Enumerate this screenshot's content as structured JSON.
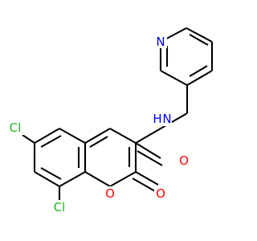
{
  "colors": {
    "background": "#ffffff",
    "bond": "#000000",
    "chlorine": "#1fb51f",
    "nitrogen": "#0000ff",
    "oxygen": "#ff0000"
  },
  "molecule": {
    "atoms": {
      "cl_top": {
        "label": "Cl",
        "element": "chlorine"
      },
      "cl_bottom": {
        "label": "Cl",
        "element": "chlorine"
      },
      "n_pyridine": {
        "label": "N",
        "element": "nitrogen"
      },
      "n_amide": {
        "label": "N",
        "element": "nitrogen"
      },
      "h_amide": {
        "label": "H",
        "element": "nitrogen"
      },
      "o_carbonyl_amide": {
        "label": "O",
        "element": "oxygen"
      },
      "o_ring": {
        "label": "O",
        "element": "oxygen"
      },
      "o_carbonyl_lactone": {
        "label": "O",
        "element": "oxygen"
      }
    }
  }
}
